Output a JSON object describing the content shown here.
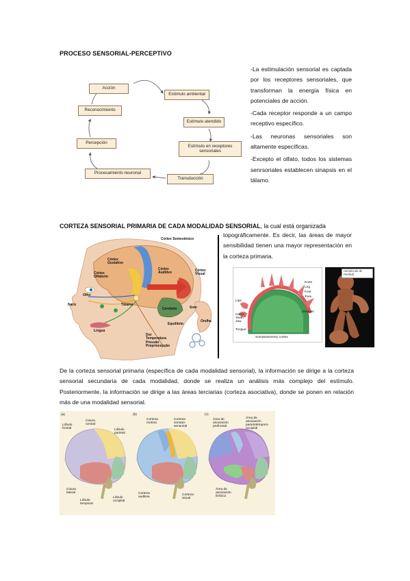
{
  "section1": {
    "title": "PROCESO SENSORIAL-PERCEPTIVO",
    "cycle": {
      "accion": "Acción",
      "estimulo_ambiental": "Estímulo ambiental",
      "reconocimiento": "Reconocimiento",
      "estimulo_atendido": "Estímulo atendido",
      "percepcion": "Percepción",
      "estimulo_receptores": "Estímulo en receptores sensoriales",
      "procesamiento": "Procesamiento neuronal",
      "transduccion": "Transducción"
    },
    "bullets": [
      "-La estimulación sensorial es captada por los receptores sensoriales, que transforman la energía física en potenciales de acción.",
      "-Cada receptor responde a un campo receptivo específico.",
      "-Las neuronas sensoriales son altamente específicas.",
      "-Excepto el olfato, todos los sistemas senrsoriales establecen sinapsis en el tálamo."
    ]
  },
  "section2": {
    "title_bold": "CORTEZA SENSORIAL PRIMARIA DE CADA MODALIDAD SENSORIAL",
    "title_rest": ", la cual está organizada",
    "continuation": "topográficamente. Es decir, las áreas de mayor sensibilidad tienen una mayor representación en la corteza primaria.",
    "brain_labels": {
      "cortex_somestesico": "Córtex Somestésico",
      "cortex_gustativo": "Córtex Gustativo",
      "cortex_olfatorio": "Córtex Olfatorio",
      "cortex_auditivo": "Córtex Auditivo",
      "cortex_visual": "Córtex Visual",
      "ojo": "Olho",
      "nariz": "Nariz",
      "talamo": "Tálamo",
      "cerebelo": "Cerebelo",
      "som": "Som",
      "orelha": "Orelha",
      "equilibrio": "Equilíbrio",
      "lingua": "Língua",
      "sensations": "Dor\nTemperatura\nPressão\nPropriocepção"
    },
    "homunculus_labels": {
      "lips": "Lips",
      "gums": "Gums\nTeeth\nJaw",
      "tongue": "Tongue",
      "genitals": "Genitals",
      "toes": "Toes",
      "foot": "Foot",
      "leg": "Leg",
      "knee": "Knee",
      "caption": "Somatosensory cortex",
      "model_tag": "Homúnculo de Penfield"
    }
  },
  "section3": {
    "paragraph": "De la corteza sensorial primaria (específica de cada modalidad sensorial), la información se dirige a la corteza sensorial secundaria de cada modalidad, donde se realiza un análisis más complejo del estímulo. Posteriormente, la información se dirige a las áreas terciarias (corteza asociativa), donde se ponen en relación más de una modalidad sensorial.",
    "panels": [
      {
        "tag": "(a)",
        "labels": [
          "Lóbulo frontal",
          "Cisura central",
          "Lóbulo parietal",
          "Cisura lateral",
          "Lóbulo temporal",
          "Lóbulo occipital"
        ]
      },
      {
        "tag": "(b)",
        "labels": [
          "Corteza motora",
          "Corteza somato- sensorial",
          "Corteza auditiva",
          "Corteza visual"
        ]
      },
      {
        "tag": "(c)",
        "labels": [
          "Área de asociación prefrontal",
          "Área de asociación parietotémporo- occipital",
          "Área de asociación límbica"
        ]
      }
    ]
  },
  "colors": {
    "box_fill": "#fbeed8",
    "box_border": "#8c7660",
    "lobe_frontal": "#c9c3e0",
    "lobe_parietal": "#f2de8c",
    "lobe_temporal": "#d98a84",
    "lobe_occipital": "#9ec9a6",
    "motor": "#a9c7e6",
    "association_purple": "#b98ad0"
  }
}
